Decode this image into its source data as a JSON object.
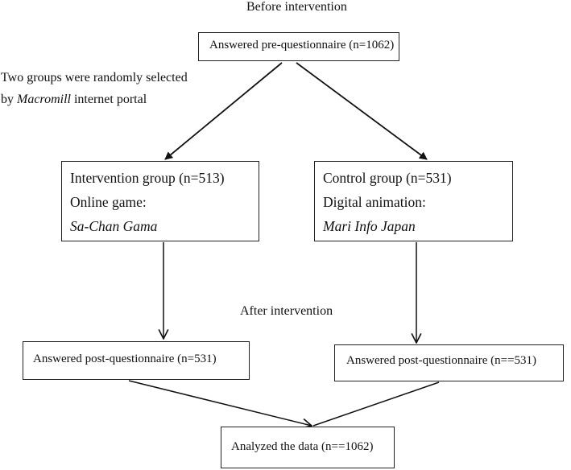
{
  "labels": {
    "before": "Before intervention",
    "random_line1": "Two groups were randomly selected",
    "random_line2_prefix": "by ",
    "random_line2_italic": "Macromill",
    "random_line2_suffix": " internet portal",
    "after": "After intervention"
  },
  "boxes": {
    "pre": {
      "text": "Answered pre-questionnaire (n=1062)"
    },
    "intervention": {
      "line1": "Intervention group (n=513)",
      "line2": "Online game:",
      "line3": "Sa-Chan Gama"
    },
    "control": {
      "line1": "Control group (n=531)",
      "line2": "Digital animation:",
      "line3": "Mari Info Japan"
    },
    "post_left": {
      "text": "Answered post-questionnaire (n=531)"
    },
    "post_right": {
      "text": "Answered post-questionnaire (n==531)"
    },
    "final": {
      "text": "Analyzed the data (n==1062)"
    }
  }
}
